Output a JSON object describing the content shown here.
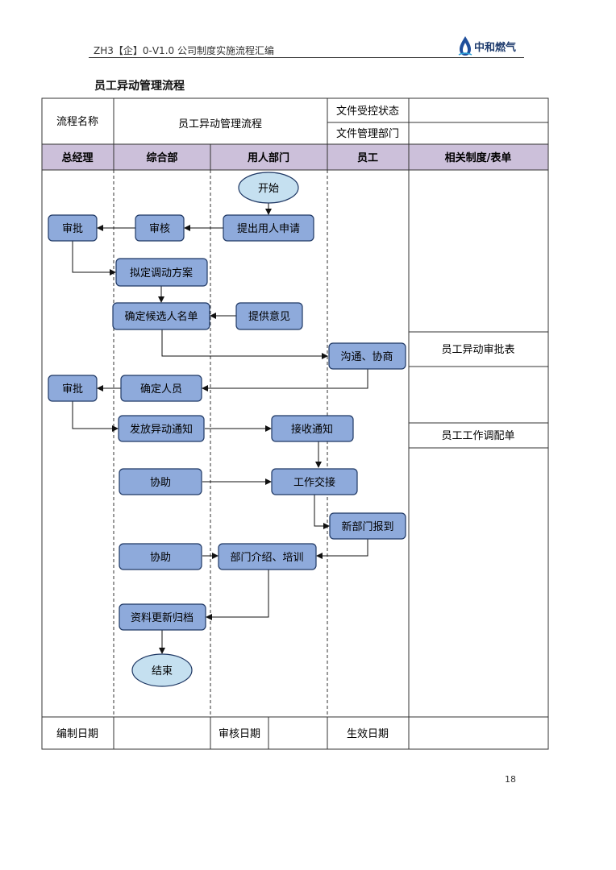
{
  "header": {
    "doc_code": "ZH3【企】0-V1.0 公司制度实施流程汇编",
    "logo_text": "中和燃气",
    "logo_icon": "flame-drop-icon"
  },
  "title": "员工异动管理流程",
  "info_table": {
    "name_label": "流程名称",
    "name_value": "员工异动管理流程",
    "control_label": "文件受控状态",
    "control_value": "",
    "dept_label": "文件管理部门",
    "dept_value": ""
  },
  "lanes": [
    "总经理",
    "综合部",
    "用人部门",
    "员工",
    "相关制度/表单"
  ],
  "nodes": {
    "start": "开始",
    "apply": "提出用人申请",
    "review_hr": "审核",
    "approve_gm1": "审批",
    "plan": "拟定调动方案",
    "candidates": "确定候选人名单",
    "opinion": "提供意见",
    "communicate": "沟通、协商",
    "confirm": "确定人员",
    "approve_gm2": "审批",
    "notice": "发放异动通知",
    "receive": "接收通知",
    "assist1": "协助",
    "handover": "工作交接",
    "report": "新部门报到",
    "assist2": "协助",
    "intro": "部门介绍、培训",
    "archive": "资料更新归档",
    "end": "结束"
  },
  "forms": {
    "form1": "员工异动审批表",
    "form2": "员工工作调配单"
  },
  "footer": {
    "compile_label": "编制日期",
    "compile_value": "",
    "review_label": "审核日期",
    "review_value": "",
    "effective_label": "生效日期",
    "effective_value": ""
  },
  "page_number": "18",
  "colors": {
    "lane_header_bg": "#ccc0da",
    "box_fill": "#8eaadb",
    "box_stroke": "#1f3864",
    "oval_fill": "#c5e0f0"
  }
}
